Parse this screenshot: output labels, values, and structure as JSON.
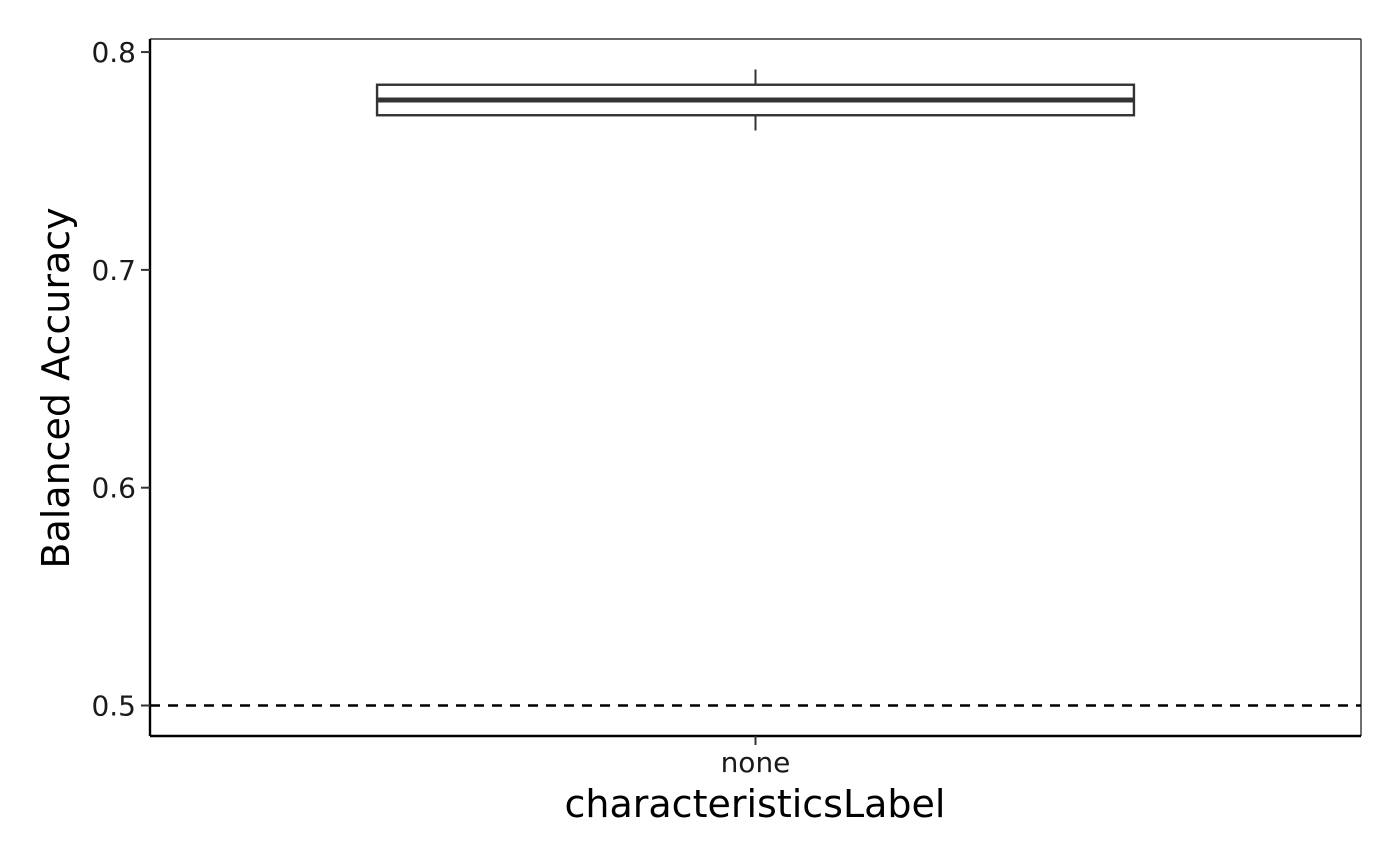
{
  "chart_data": {
    "type": "boxplot",
    "title": "",
    "xlabel": "characteristicsLabel",
    "ylabel": "Balanced Accuracy",
    "categories": [
      "none"
    ],
    "boxes": [
      {
        "category": "none",
        "whisker_low": 0.764,
        "q1": 0.771,
        "median": 0.778,
        "q3": 0.785,
        "whisker_high": 0.792
      }
    ],
    "reference_line": {
      "y": 0.5,
      "style": "dashed"
    },
    "ylim": [
      0.486,
      0.806
    ],
    "yticks": [
      0.5,
      0.6,
      0.7,
      0.8
    ],
    "ytick_labels": [
      "0.5",
      "0.6",
      "0.7",
      "0.8"
    ],
    "grid": false,
    "legend": "none"
  }
}
